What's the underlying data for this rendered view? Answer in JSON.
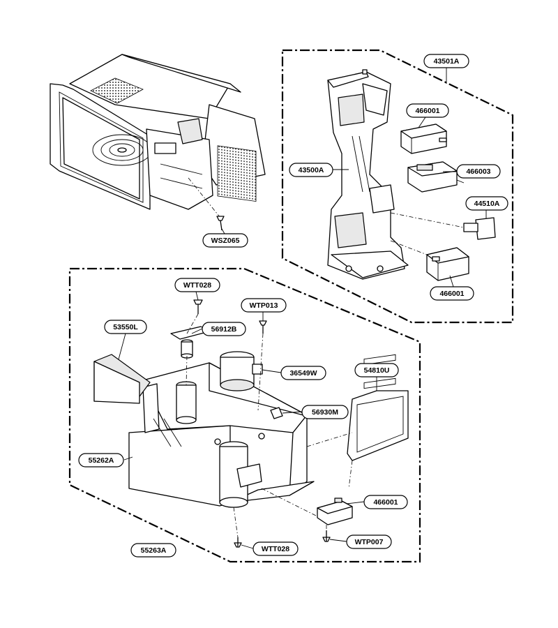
{
  "labels": {
    "p43501A": "43501A",
    "p466001_top": "466001",
    "p43500A": "43500A",
    "p466003": "466003",
    "p44510A": "44510A",
    "p466001_mid": "466001",
    "pWSZ065": "WSZ065",
    "pWTT028_top": "WTT028",
    "pWTP013": "WTP013",
    "p53550L": "53550L",
    "p56912B": "56912B",
    "p36549W": "36549W",
    "p54810U": "54810U",
    "p56930M": "56930M",
    "p55262A": "55262A",
    "p466001_bottom": "466001",
    "pWTT028_bottom": "WTT028",
    "pWTP007": "WTP007",
    "p55263A": "55263A"
  }
}
